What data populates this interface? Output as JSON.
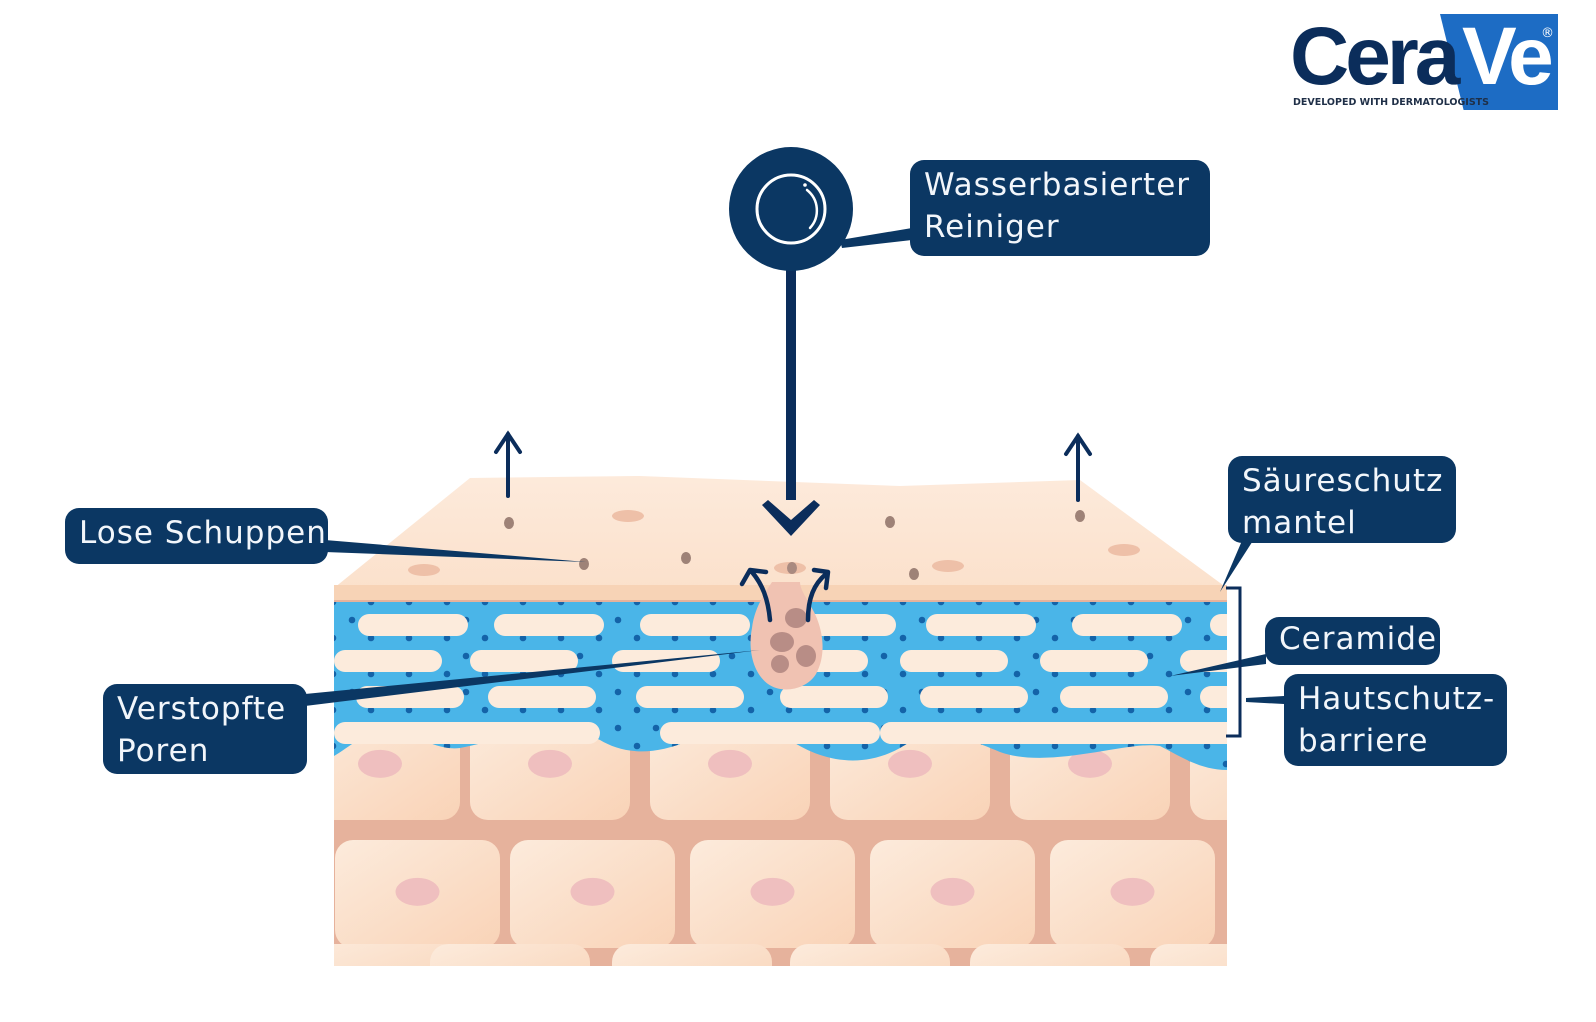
{
  "brand": {
    "name_part1": "Cera",
    "name_part2": "Ve",
    "registered": "®",
    "tagline": "DEVELOPED WITH DERMATOLOGISTS",
    "colors": {
      "navy": "#0b2d5b",
      "blue": "#1d6cc4"
    }
  },
  "diagram": {
    "title": "Skin cross-section with water-based cleanser",
    "colors": {
      "label_bg": "#0b3763",
      "label_text": "#f2f6fb",
      "skin_surface": "#fbe3cf",
      "skin_dermis": "#e6b29c",
      "cell": "#fbdcc0",
      "nucleus": "#efbfbf",
      "lipid_blue": "#4ab5e8",
      "lipid_dot": "#1463a8",
      "arrow": "#0b2d5b",
      "flake": "#9e8277"
    },
    "icons": {
      "cleanser": "water-droplet-circle-icon",
      "down_arrow": "arrow-down-icon",
      "up_arrow": "arrow-up-icon"
    },
    "labels": {
      "cleanser": [
        "Wasserbasierter",
        "Reiniger"
      ],
      "loose_flakes": [
        "Lose Schuppen"
      ],
      "clogged_pores": [
        "Verstopfte",
        "Poren"
      ],
      "acid_mantle": [
        "Säureschutz",
        "mantel"
      ],
      "ceramides": [
        "Ceramide"
      ],
      "skin_barrier": [
        "Hautschutz-",
        "barriere"
      ]
    }
  }
}
